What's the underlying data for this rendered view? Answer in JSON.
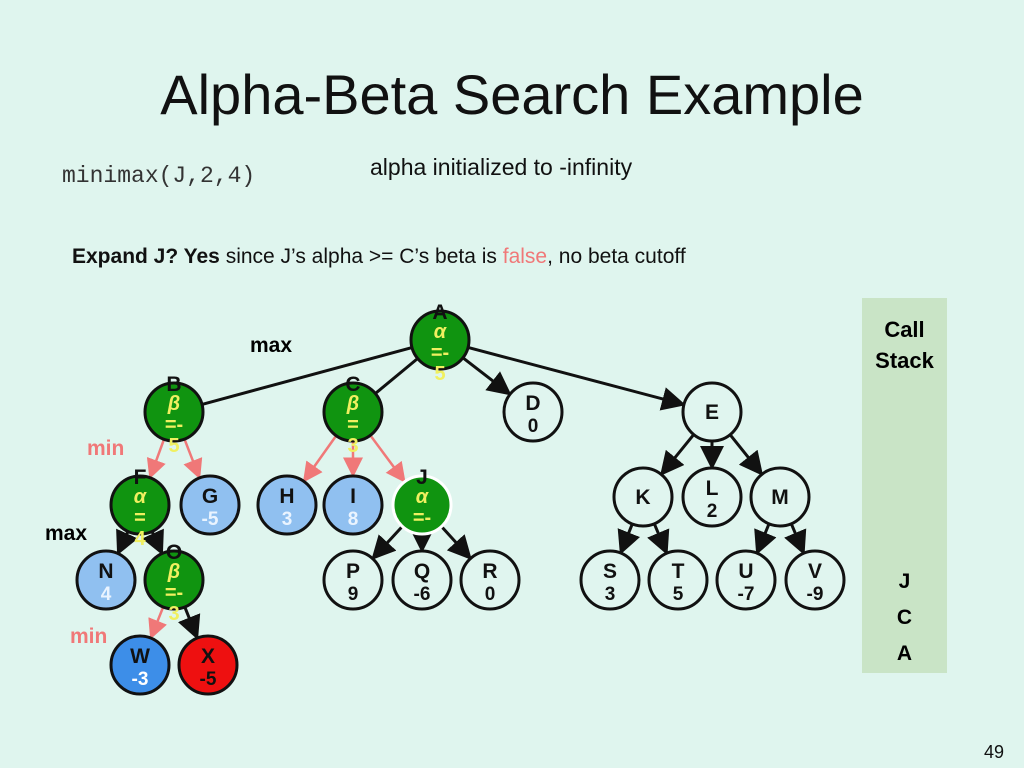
{
  "title": "Alpha-Beta Search Example",
  "code": "minimax(J,2,4)",
  "note": "alpha initialized to -infinity",
  "expand": {
    "bold": "Expand J? Yes",
    "text": " since J’s alpha >= C’s beta is ",
    "false_word": "false",
    "tail": ", no beta cutoff"
  },
  "levels": {
    "max1": "max",
    "min1": "min",
    "max2": "max",
    "min2": "min"
  },
  "call_stack": {
    "title": "Call Stack",
    "items": [
      "J",
      "C",
      "A"
    ]
  },
  "page_number": "49",
  "colors": {
    "green": "#109410",
    "blue": "#90c0f0",
    "dark_blue": "#3d8ee8",
    "red": "#ee1010",
    "white": "#e0f5ef",
    "pink_edge": "#f07878",
    "yellow_text": "#f0f060"
  },
  "nodes": [
    {
      "id": "A",
      "type": "green",
      "lines": [
        "α",
        "=-",
        "5"
      ]
    },
    {
      "id": "B",
      "type": "green",
      "lines": [
        "β",
        "=-",
        "5"
      ]
    },
    {
      "id": "C",
      "type": "green",
      "lines": [
        "β",
        "=",
        "3"
      ]
    },
    {
      "id": "D",
      "type": "white",
      "value": "0"
    },
    {
      "id": "E",
      "type": "white",
      "value": ""
    },
    {
      "id": "F",
      "type": "green",
      "lines": [
        "α",
        "=",
        "4"
      ]
    },
    {
      "id": "G",
      "type": "blue",
      "value": "-5"
    },
    {
      "id": "H",
      "type": "blue",
      "value": "3"
    },
    {
      "id": "I",
      "type": "blue",
      "value": "8"
    },
    {
      "id": "J",
      "type": "green",
      "lines": [
        "α",
        "=-",
        ""
      ],
      "current": true
    },
    {
      "id": "K",
      "type": "white",
      "value": ""
    },
    {
      "id": "L",
      "type": "white",
      "value": "2"
    },
    {
      "id": "M",
      "type": "white",
      "value": ""
    },
    {
      "id": "N",
      "type": "blue",
      "value": "4"
    },
    {
      "id": "O",
      "type": "green",
      "lines": [
        "β",
        "=-",
        "3"
      ]
    },
    {
      "id": "P",
      "type": "white",
      "value": "9"
    },
    {
      "id": "Q",
      "type": "white",
      "value": "-6"
    },
    {
      "id": "R",
      "type": "white",
      "value": "0"
    },
    {
      "id": "S",
      "type": "white",
      "value": "3"
    },
    {
      "id": "T",
      "type": "white",
      "value": "5"
    },
    {
      "id": "U",
      "type": "white",
      "value": "-7"
    },
    {
      "id": "V",
      "type": "white",
      "value": "-9"
    },
    {
      "id": "W",
      "type": "dark_blue",
      "value": "-3"
    },
    {
      "id": "X",
      "type": "red",
      "value": "-5"
    }
  ],
  "edges": [
    [
      "A",
      "B",
      "line"
    ],
    [
      "A",
      "C",
      "line"
    ],
    [
      "A",
      "D",
      "black"
    ],
    [
      "A",
      "E",
      "black"
    ],
    [
      "B",
      "F",
      "pink"
    ],
    [
      "B",
      "G",
      "pink"
    ],
    [
      "C",
      "H",
      "pink"
    ],
    [
      "C",
      "I",
      "pink"
    ],
    [
      "C",
      "J",
      "pink"
    ],
    [
      "F",
      "N",
      "black"
    ],
    [
      "F",
      "O",
      "black"
    ],
    [
      "O",
      "W",
      "pink"
    ],
    [
      "O",
      "X",
      "black"
    ],
    [
      "J",
      "P",
      "black"
    ],
    [
      "J",
      "Q",
      "black"
    ],
    [
      "J",
      "R",
      "black"
    ],
    [
      "E",
      "K",
      "black"
    ],
    [
      "E",
      "L",
      "black"
    ],
    [
      "E",
      "M",
      "black"
    ],
    [
      "K",
      "S",
      "black"
    ],
    [
      "K",
      "T",
      "black"
    ],
    [
      "M",
      "U",
      "black"
    ],
    [
      "M",
      "V",
      "black"
    ]
  ]
}
